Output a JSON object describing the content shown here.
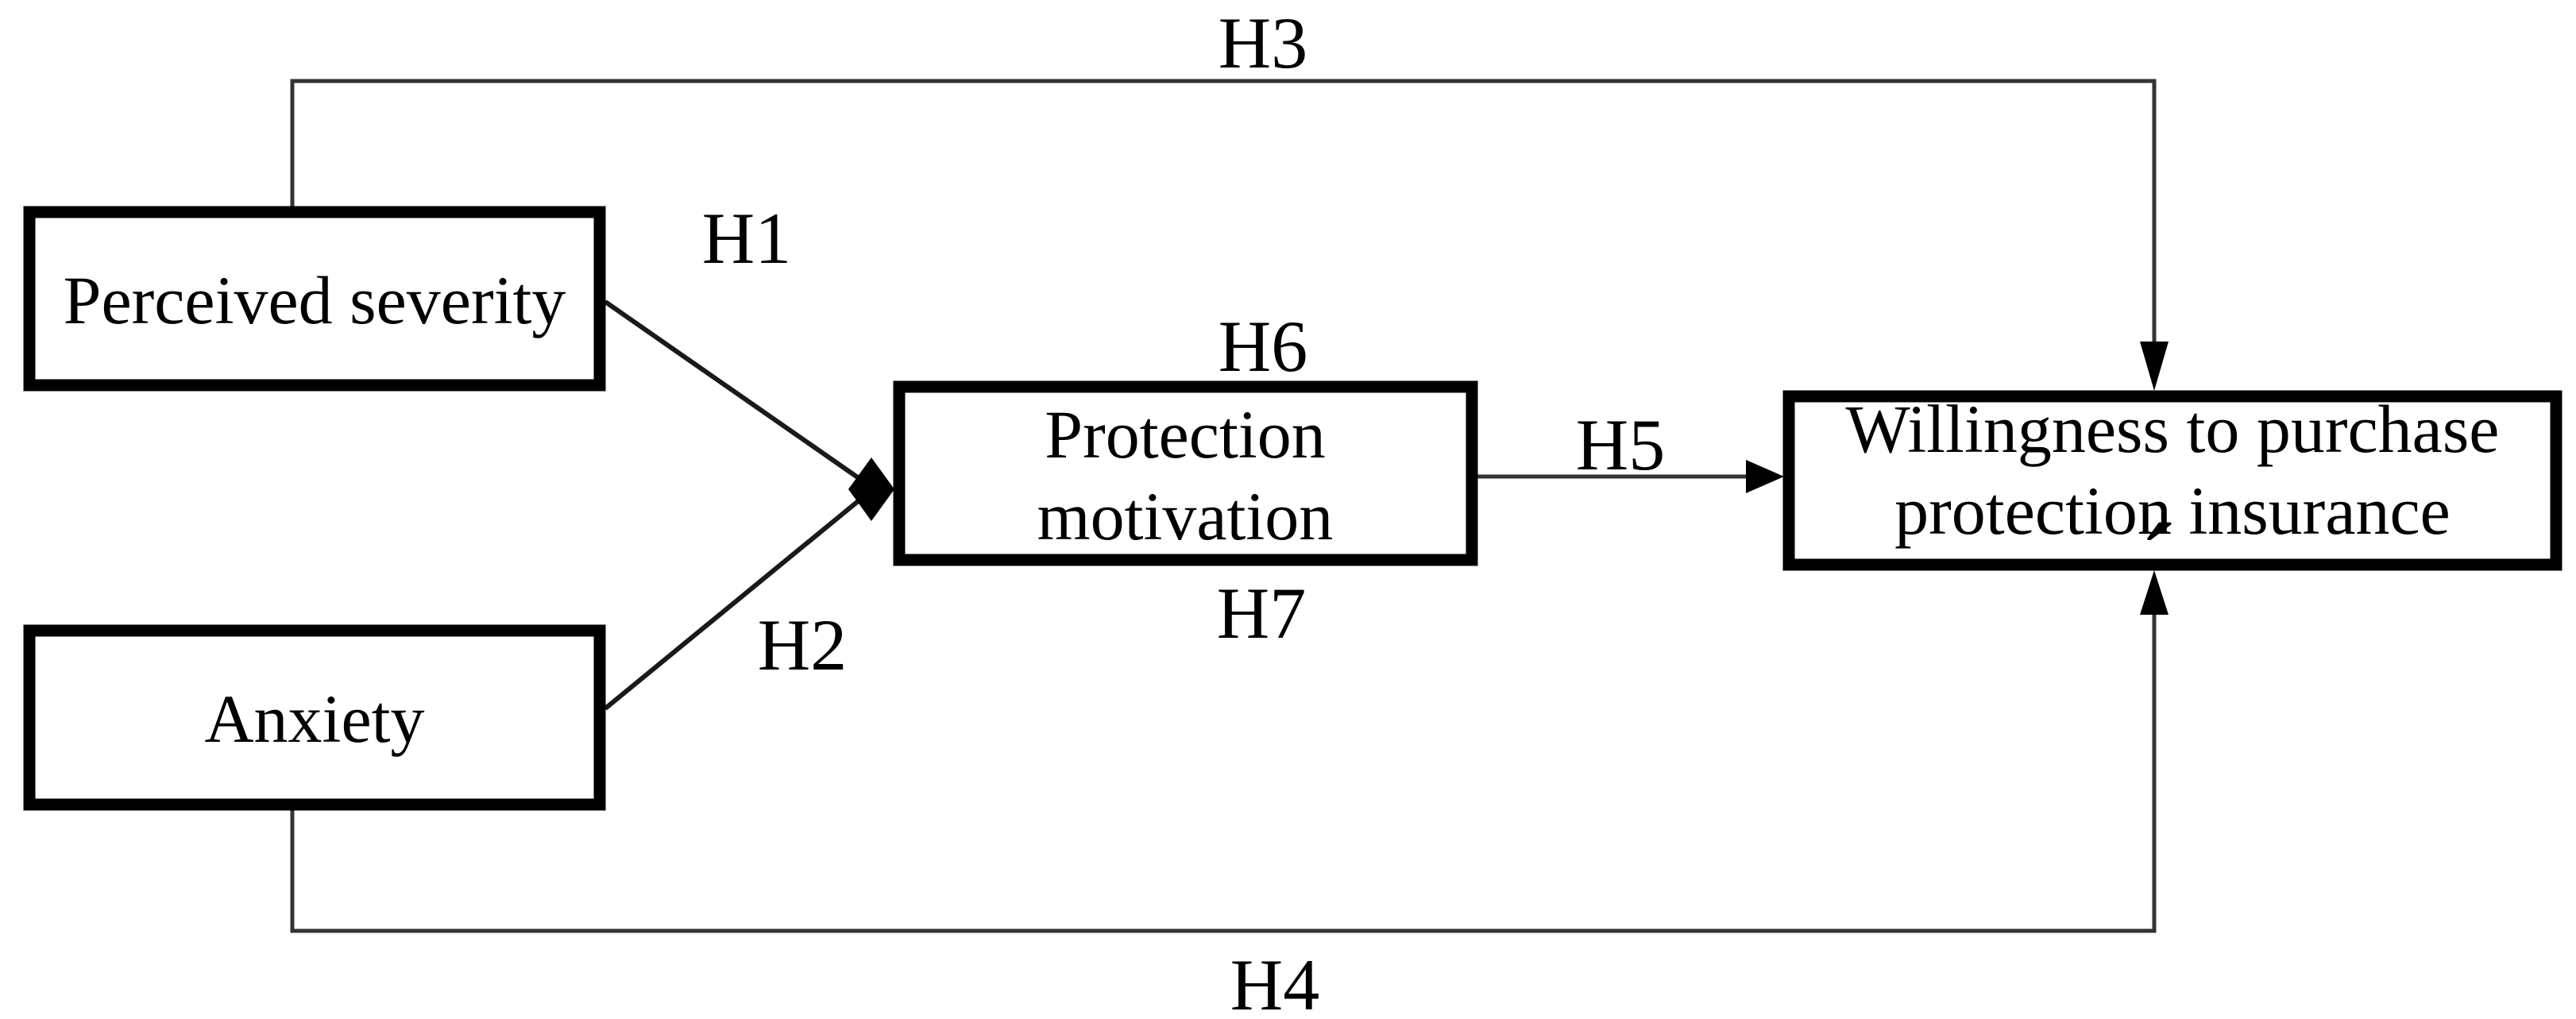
{
  "figure": {
    "background": "#ffffff",
    "line_color": "#333333",
    "box_border_color": "#000000",
    "text_color": "#000000",
    "nodes": {
      "perceived_severity": {
        "label": "Perceived severity"
      },
      "anxiety": {
        "label": "Anxiety"
      },
      "protection_motivation": {
        "line1": "Protection",
        "line2": "motivation"
      },
      "willingness": {
        "line1": "Willingness to purchase",
        "line2": "protection insurance"
      }
    },
    "hypothesis_labels": {
      "h1": "H1",
      "h2": "H2",
      "h3": "H3",
      "h4": "H4",
      "h5": "H5",
      "h6": "H6",
      "h7": "H7"
    },
    "stray_mark": "´"
  }
}
